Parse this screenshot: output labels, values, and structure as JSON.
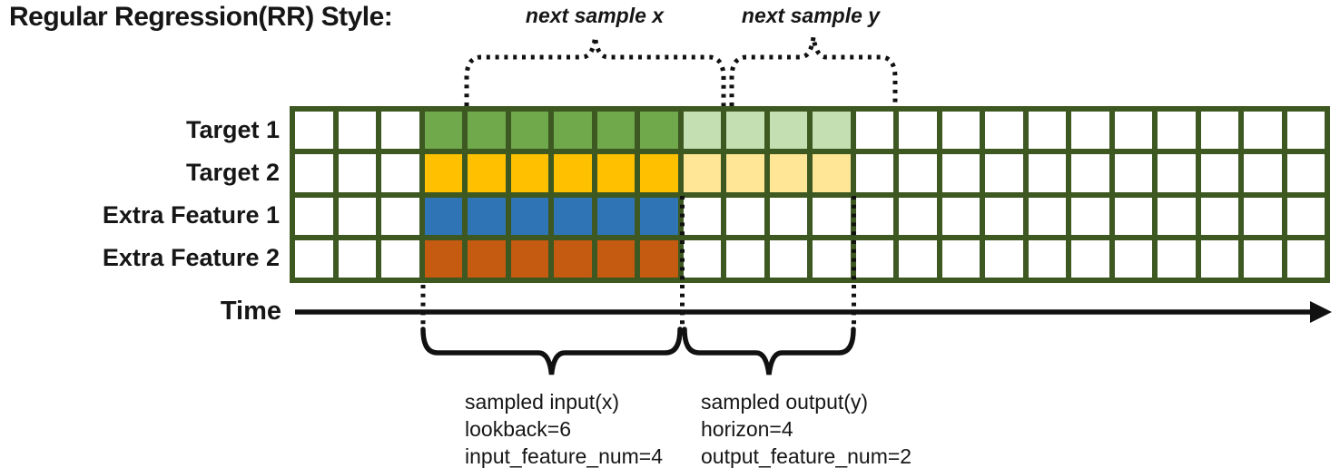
{
  "title": "Regular Regression(RR) Style:",
  "colors": {
    "grid_border": "#3E5822",
    "target1": "#6FA94C",
    "target1_light": "#C4DFB2",
    "target2": "#FFC000",
    "target2_light": "#FFE596",
    "extra1": "#2F74B5",
    "extra2": "#C55A11",
    "annotation": "#111111"
  },
  "grid": {
    "columns": 24,
    "lookback_start": 3,
    "lookback": 6,
    "horizon": 4,
    "rows": [
      {
        "label": "Target 1",
        "color_key": "target1",
        "light_key": "target1_light",
        "has_horizon": true
      },
      {
        "label": "Target 2",
        "color_key": "target2",
        "light_key": "target2_light",
        "has_horizon": true
      },
      {
        "label": "Extra Feature 1",
        "color_key": "extra1",
        "light_key": "",
        "has_horizon": false
      },
      {
        "label": "Extra Feature 2",
        "color_key": "extra2",
        "light_key": "",
        "has_horizon": false
      }
    ]
  },
  "top_annotations": {
    "next_x": "next sample x",
    "next_y": "next sample y"
  },
  "time_axis": {
    "label": "Time"
  },
  "bottom_annotations": {
    "input": {
      "lines": [
        "sampled input(x)",
        "lookback=6",
        "input_feature_num=4"
      ]
    },
    "output": {
      "lines": [
        "sampled output(y)",
        "horizon=4",
        "output_feature_num=2"
      ]
    }
  }
}
